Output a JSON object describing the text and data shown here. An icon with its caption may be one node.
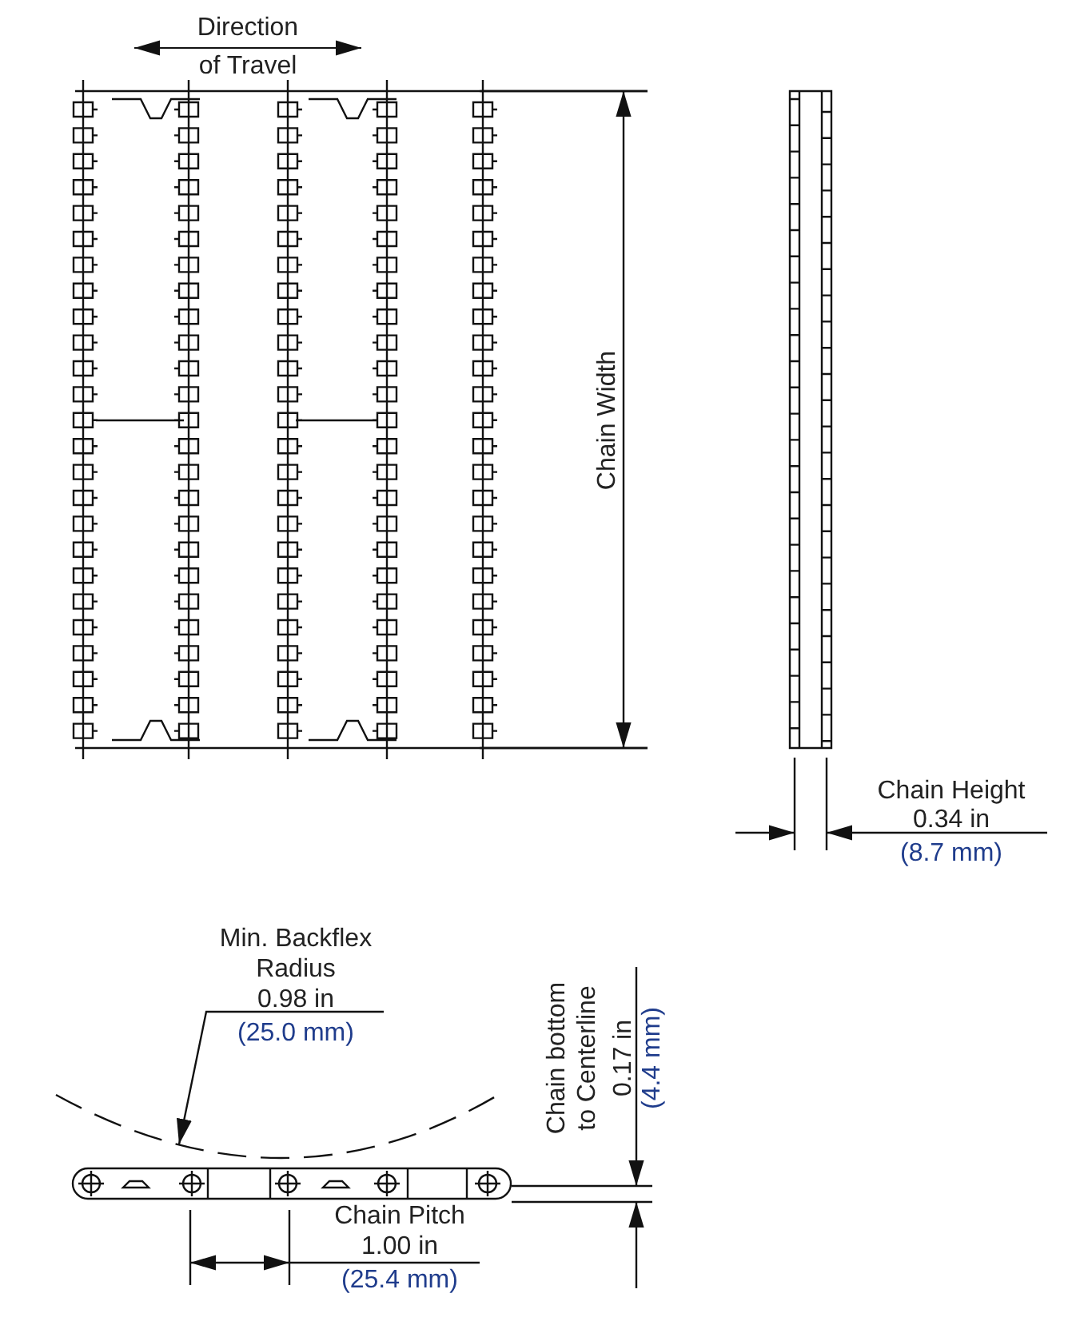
{
  "diagram": {
    "nodes": [
      {
        "text": [
          "Min. Backflex Radius",
          "0.98 in",
          "(25.0 mm)"
        ]
      },
      {
        "text": [],
        "shape": "arc"
      }
    ],
    "edges": [
      {
        "from": 0,
        "to": 1,
        "arrow": "to"
      }
    ],
    "labels": [
      "Direction of Travel",
      "Chain Width",
      "Chain Height",
      "0.34 in",
      "(8.7 mm)",
      "Chain bottom to Centerline",
      "0.17 in",
      "(4.4 mm)",
      "Chain Pitch",
      "1.00 in",
      "(25.4 mm)"
    ]
  }
}
